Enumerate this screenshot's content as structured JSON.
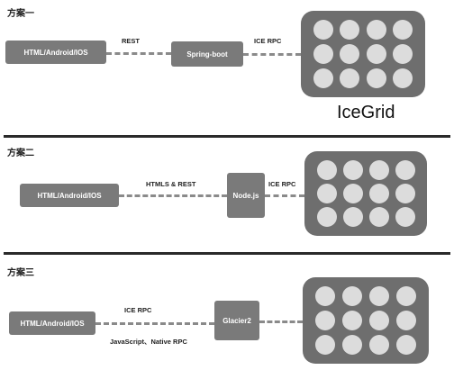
{
  "schemes": [
    {
      "title": "方案一",
      "client": "HTML/Android/IOS",
      "middle": "Spring-boot",
      "left_link": "REST",
      "right_link": "ICE RPC",
      "grid_label": "IceGrid"
    },
    {
      "title": "方案二",
      "client": "HTML/Android/IOS",
      "middle": "Node.js",
      "left_link": "HTMLS & REST",
      "right_link": "ICE RPC"
    },
    {
      "title": "方案三",
      "client": "HTML/Android/IOS",
      "middle": "Glacier2",
      "left_link": "ICE RPC",
      "left_link_bottom": "JavaScript、Native RPC"
    }
  ],
  "colors": {
    "node_fill": "#7a7a7a",
    "grid_fill": "#6e6e6e",
    "grid_cell": "#dcdcdc",
    "divider": "#2a2a2a"
  }
}
